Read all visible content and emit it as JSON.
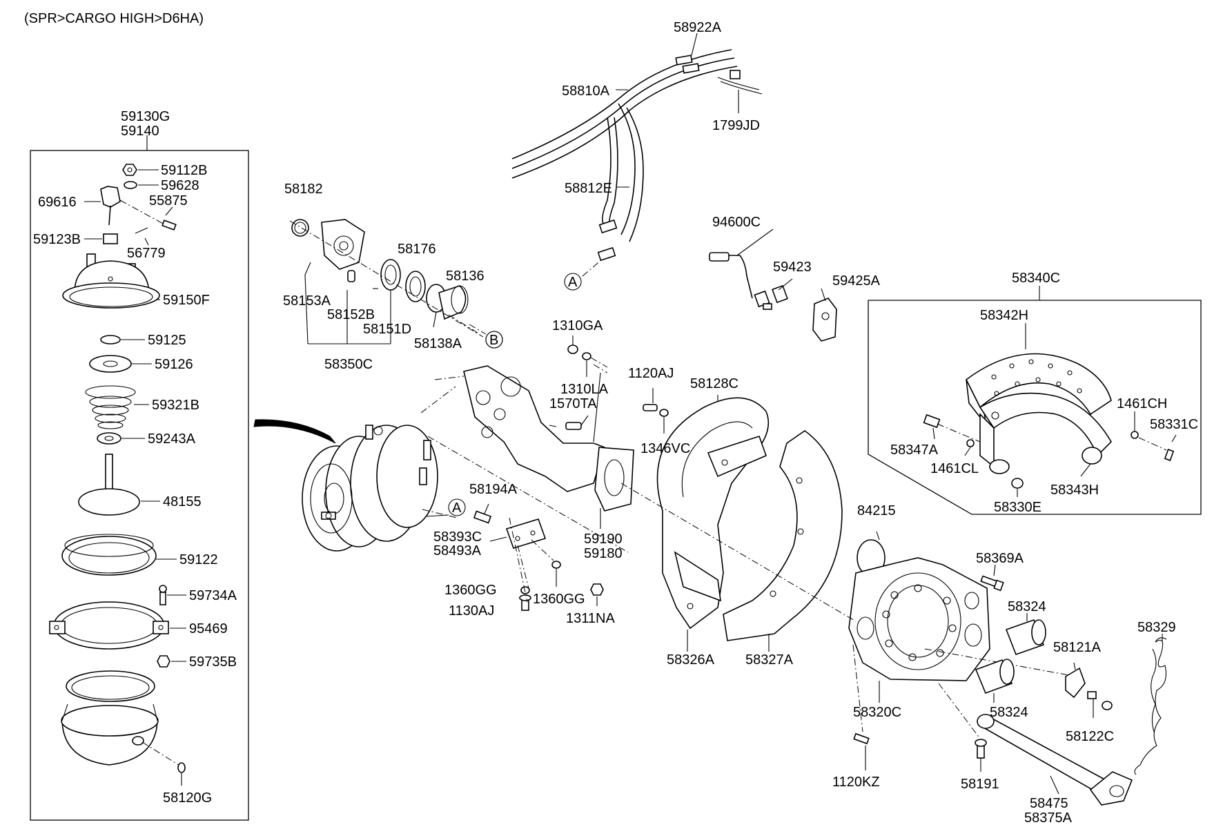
{
  "header": {
    "breadcrumb": "(SPR>CARGO HIGH>D6HA)"
  },
  "groups": {
    "chamber_assembly": {
      "codes": [
        "59130G",
        "59140"
      ]
    },
    "brake_shoe_kit": {
      "code": "58340C"
    },
    "bracket_kit": {
      "code": "58350C"
    }
  },
  "callouts": {
    "ref_a": "A",
    "ref_b": "B"
  },
  "parts": {
    "p58922A": "58922A",
    "p58810A": "58810A",
    "p1799JD": "1799JD",
    "p58812E": "58812E",
    "p94600C": "94600C",
    "p59423": "59423",
    "p59425A": "59425A",
    "p58182": "58182",
    "p58176": "58176",
    "p58136": "58136",
    "p58153A": "58153A",
    "p58152B": "58152B",
    "p58151D": "58151D",
    "p58138A": "58138A",
    "p1310GA": "1310GA",
    "p1310LA": "1310LA",
    "p1570TA": "1570TA",
    "p1120AJ": "1120AJ",
    "p58128C": "58128C",
    "p1346VC": "1346VC",
    "p58194A": "58194A",
    "p58393C": "58393C",
    "p58493A": "58493A",
    "p59190": "59190",
    "p59180": "59180",
    "p1360GG_a": "1360GG",
    "p1360GG_b": "1360GG",
    "p1130AJ": "1130AJ",
    "p1311NA": "1311NA",
    "p58342H": "58342H",
    "p1461CH": "1461CH",
    "p58331C": "58331C",
    "p58347A": "58347A",
    "p1461CL": "1461CL",
    "p58343H": "58343H",
    "p58330E": "58330E",
    "p84215": "84215",
    "p58369A": "58369A",
    "p58324_a": "58324",
    "p58324_b": "58324",
    "p58121A": "58121A",
    "p58329": "58329",
    "p58326A": "58326A",
    "p58327A": "58327A",
    "p58320C": "58320C",
    "p58122C": "58122C",
    "p1120KZ": "1120KZ",
    "p58191": "58191",
    "p58475": "58475",
    "p58375A": "58375A",
    "p59112B": "59112B",
    "p59628": "59628",
    "p69616": "69616",
    "p55875": "55875",
    "p59123B": "59123B",
    "p56779": "56779",
    "p59150F": "59150F",
    "p59125": "59125",
    "p59126": "59126",
    "p59321B": "59321B",
    "p59243A": "59243A",
    "p48155": "48155",
    "p59122": "59122",
    "p59734A": "59734A",
    "p95469": "95469",
    "p59735B": "59735B",
    "p58120G": "58120G"
  }
}
